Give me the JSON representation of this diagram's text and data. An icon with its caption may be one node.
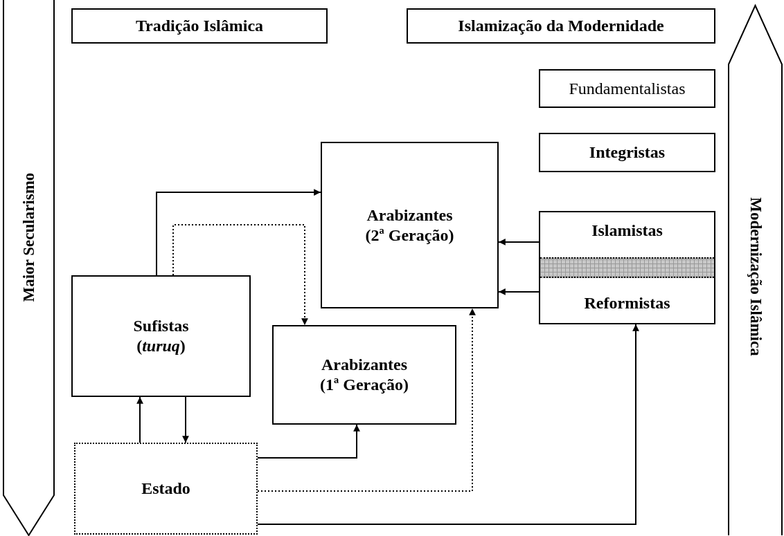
{
  "diagram": {
    "nodes": [
      {
        "text": [
          "Maior Secularismo"
        ]
      },
      {
        "text": [
          "Tradição Islâmica"
        ]
      },
      {
        "text": [
          "Islamização da Modernidade"
        ]
      },
      {
        "text": [
          "Modernização Islâmica"
        ]
      },
      {
        "text": [
          "Fundamentalistas"
        ]
      },
      {
        "text": [
          "Integristas"
        ]
      },
      {
        "text": [
          "Arabizantes (2ª Geração)"
        ]
      },
      {
        "text": [
          "Islamistas",
          "Reformistas"
        ]
      },
      {
        "text": [
          "Sufistas (*turuq*)"
        ]
      },
      {
        "text": [
          "Arabizantes (1ª Geração)"
        ]
      },
      {
        "text": [
          "Estado"
        ]
      },
      {
        "text": [],
        "shape": "bar",
        "in": 7
      }
    ],
    "edges": [
      {
        "from": 8,
        "to": 6,
        "arrow": "to"
      },
      {
        "from": 8,
        "to": 9,
        "arrow": "to",
        "style": "dashed"
      },
      {
        "from": 7,
        "to": 6,
        "arrow": "to"
      },
      {
        "from": 7,
        "to": 6,
        "arrow": "to"
      },
      {
        "from": 10,
        "to": 8,
        "arrow": "to"
      },
      {
        "from": 8,
        "to": 10,
        "arrow": "to"
      },
      {
        "from": 10,
        "to": 9,
        "arrow": "to"
      },
      {
        "from": 10,
        "to": 6,
        "arrow": "to",
        "style": "dashed"
      },
      {
        "from": 10,
        "to": 7,
        "arrow": "to"
      }
    ]
  }
}
